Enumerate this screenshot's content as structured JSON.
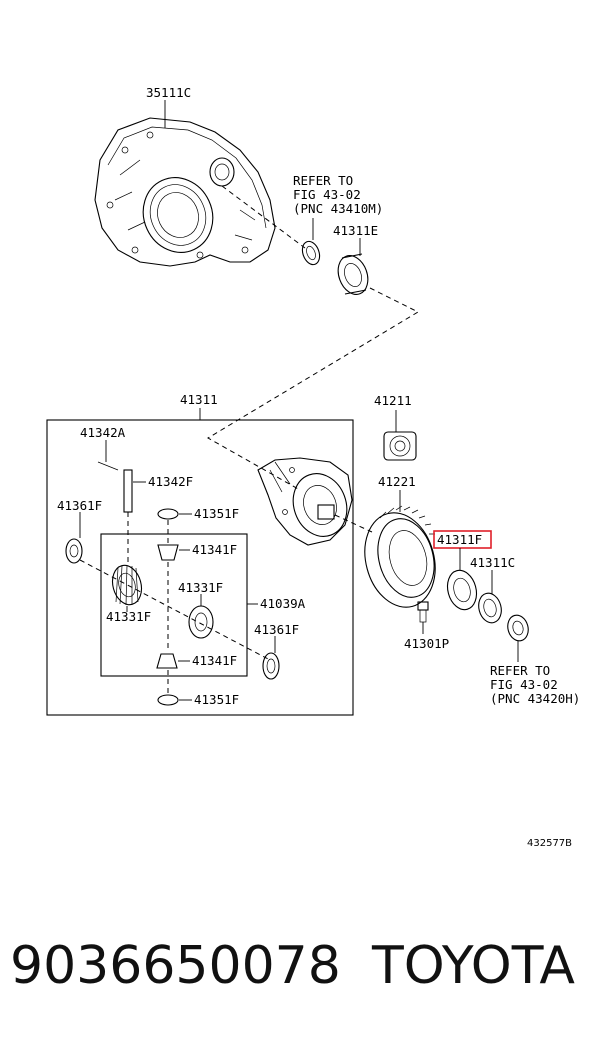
{
  "callouts": {
    "housing": "35111C",
    "refer1_line1": "REFER TO",
    "refer1_line2": "FIG 43-02",
    "refer1_line3": "(PNC 43410M)",
    "bearing_e": "41311E",
    "case_assy": "41311",
    "pin": "41342A",
    "shaft": "41342F",
    "washer_left": "41361F",
    "thrust_top": "41351F",
    "pinion_top": "41341F",
    "side_gear_upper": "41331F",
    "side_gear_left": "41331F",
    "kit": "41039A",
    "washer_right": "41361F",
    "pinion_bottom": "41341F",
    "thrust_bottom": "41351F",
    "bearing_top": "41211",
    "ring_gear": "41221",
    "highlighted": "41311F",
    "bearing_c": "41311C",
    "bolt": "41301P",
    "refer2_line1": "REFER TO",
    "refer2_line2": "FIG 43-02",
    "refer2_line3": "(PNC 43420H)"
  },
  "highlight_color": "#e0202a",
  "diagram_code": "432577B",
  "footer": {
    "part_number": "9036650078",
    "brand": "TOYOTA"
  }
}
